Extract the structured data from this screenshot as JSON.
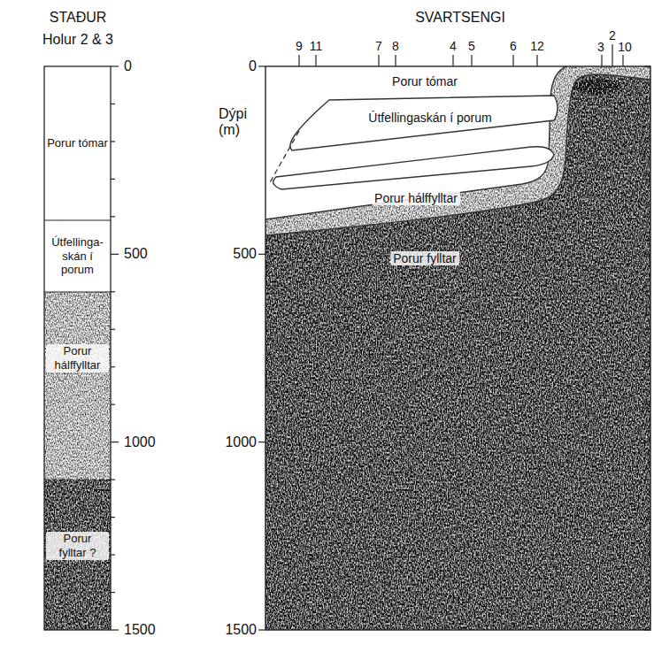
{
  "diagram": {
    "nodes": [
      {
        "text": [
          "Porur tómar"
        ]
      },
      {
        "text": [
          "Útfellinga- skán í porum"
        ]
      },
      {
        "text": [
          "Porur hálffylltar"
        ]
      },
      {
        "text": [
          "Porur fylltar ?"
        ]
      },
      {
        "text": [
          "Porur tómar"
        ]
      },
      {
        "text": [
          "Útfellingaskán í porum"
        ]
      },
      {
        "text": [
          "Porur hálffylltar"
        ]
      },
      {
        "text": [
          "Porur fylltar"
        ]
      }
    ],
    "labels": [
      "STAÐUR",
      "Holur 2 & 3",
      "0",
      "500",
      "1000",
      "1500",
      "SVARTSENGI",
      "9",
      "11",
      "7",
      "8",
      "4",
      "5",
      "6",
      "12",
      "3",
      "2",
      "10",
      "Dýpi (m)",
      "0",
      "500",
      "1000",
      "1500"
    ]
  }
}
